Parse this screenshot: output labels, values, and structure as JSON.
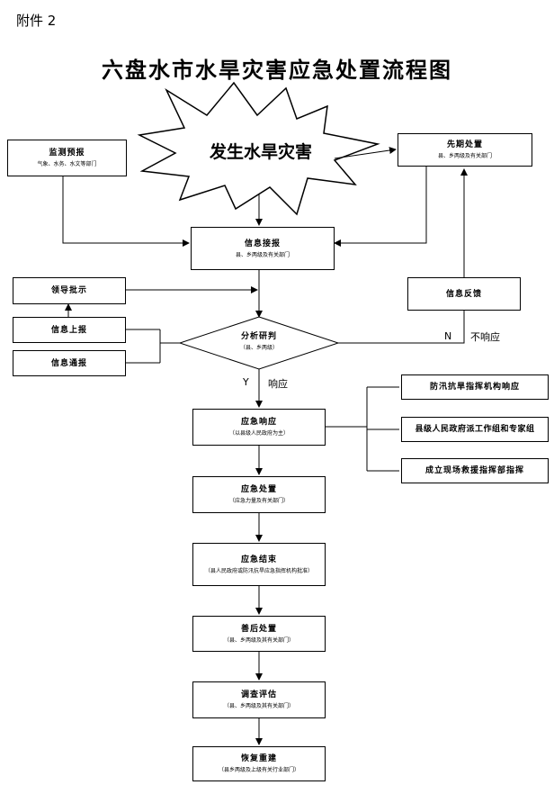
{
  "attachment": "附件 2",
  "title": "六盘水市水旱灾害应急处置流程图",
  "event": "发生水旱灾害",
  "monitoring": {
    "title": "监测预报",
    "sub": "气象、水务、水文等部门"
  },
  "initial": {
    "title": "先期处置",
    "sub": "县、乡两级及有关部门"
  },
  "info_receive": {
    "title": "信息接报",
    "sub": "县、乡两级及有关部门"
  },
  "leader": {
    "title": "领导批示"
  },
  "report_up": {
    "title": "信息上报"
  },
  "report_notify": {
    "title": "信息通报"
  },
  "feedback": {
    "title": "信息反馈"
  },
  "analysis": {
    "title": "分析研判",
    "sub": "（县、乡两级）"
  },
  "no_branch": {
    "letter": "N",
    "text": "不响应"
  },
  "yes_branch": {
    "letter": "Y",
    "text": "响应"
  },
  "response": {
    "title": "应急响应",
    "sub": "（以县级人民政府为主）"
  },
  "side": [
    {
      "title": "防汛抗旱指挥机构响应"
    },
    {
      "title": "县级人民政府派工作组和专家组"
    },
    {
      "title": "成立现场救援指挥部指挥"
    }
  ],
  "disposal": {
    "title": "应急处置",
    "sub": "（应急力量及有关部门）"
  },
  "end": {
    "title": "应急结束",
    "sub": "（县人民政府或防汛抗旱应急指挥机构批准）"
  },
  "aftermath": {
    "title": "善后处置",
    "sub": "（县、乡两级及其有关部门）"
  },
  "evaluation": {
    "title": "调查评估",
    "sub": "（县、乡两级及其有关部门）"
  },
  "rebuild": {
    "title": "恢复重建",
    "sub": "（县乡两级及上级有关行业部门）"
  }
}
